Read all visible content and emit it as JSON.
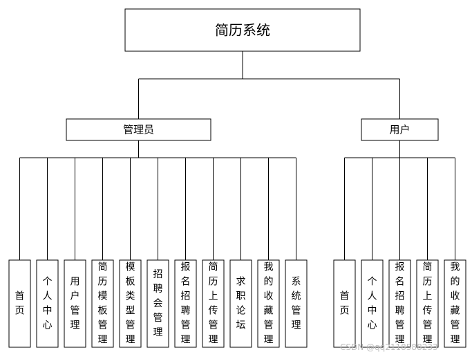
{
  "root": {
    "label": "简历系统"
  },
  "groups": [
    {
      "label": "管理员",
      "children": [
        "首页",
        "个人中心",
        "用户管理",
        "简历模板管理",
        "模板类型管理",
        "招聘会管理",
        "报名招聘管理",
        "简历上传管理",
        "求职论坛",
        "我的收藏管理",
        "系统管理"
      ]
    },
    {
      "label": "用户",
      "children": [
        "首页",
        "个人中心",
        "报名招聘管理",
        "简历上传管理",
        "我的收藏管理"
      ]
    }
  ],
  "watermark": "CSDN @qq2118588233"
}
